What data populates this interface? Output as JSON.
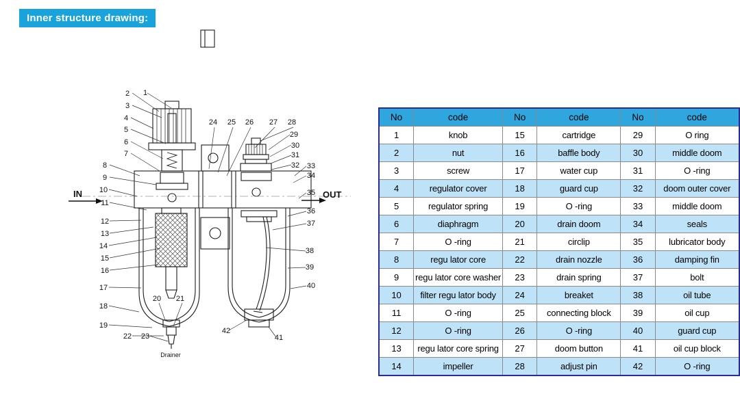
{
  "banner": {
    "title": "Inner structure drawing:"
  },
  "diagram": {
    "in_label": "IN",
    "out_label": "OUT",
    "drainer_label": "Drainer",
    "callouts": [
      "1",
      "2",
      "3",
      "4",
      "5",
      "6",
      "7",
      "8",
      "9",
      "10",
      "11",
      "12",
      "13",
      "14",
      "15",
      "16",
      "17",
      "18",
      "19",
      "20",
      "21",
      "22",
      "23",
      "24",
      "25",
      "26",
      "27",
      "28",
      "29",
      "30",
      "31",
      "32",
      "33",
      "34",
      "35",
      "36",
      "37",
      "38",
      "39",
      "40",
      "41",
      "42"
    ]
  },
  "table": {
    "headers": [
      "No",
      "code",
      "No",
      "code",
      "No",
      "code"
    ],
    "rows": [
      [
        "1",
        "knob",
        "15",
        "cartridge",
        "29",
        "O ring"
      ],
      [
        "2",
        "nut",
        "16",
        "baffle body",
        "30",
        "middle doom"
      ],
      [
        "3",
        "screw",
        "17",
        "water cup",
        "31",
        "O -ring"
      ],
      [
        "4",
        "regulator cover",
        "18",
        "guard cup",
        "32",
        "doom outer cover"
      ],
      [
        "5",
        "regulator spring",
        "19",
        "O -ring",
        "33",
        "middle doom"
      ],
      [
        "6",
        "diaphragm",
        "20",
        "drain doom",
        "34",
        "seals"
      ],
      [
        "7",
        "O -ring",
        "21",
        "circlip",
        "35",
        "lubricator body"
      ],
      [
        "8",
        "regu lator core",
        "22",
        "drain nozzle",
        "36",
        "damping fin"
      ],
      [
        "9",
        "regu lator core washer",
        "23",
        "drain spring",
        "37",
        "bolt"
      ],
      [
        "10",
        "filter regu lator body",
        "24",
        "breaket",
        "38",
        "oil tube"
      ],
      [
        "11",
        "O -ring",
        "25",
        "connecting block",
        "39",
        "oil cup"
      ],
      [
        "12",
        "O -ring",
        "26",
        "O -ring",
        "40",
        "guard cup"
      ],
      [
        "13",
        "regu lator core spring",
        "27",
        "doom button",
        "41",
        "oil cup block"
      ],
      [
        "14",
        "impeller",
        "28",
        "adjust pin",
        "42",
        "O -ring"
      ]
    ]
  },
  "colors": {
    "banner_bg": "#18a3dc",
    "table_header_bg": "#2fa7de",
    "row_alt_bg": "#bee3f8",
    "row_bg": "#ffffff",
    "table_outer_border": "#2b2b94",
    "grid_line": "#8a8a8a",
    "line_color": "#1b1b1b"
  }
}
